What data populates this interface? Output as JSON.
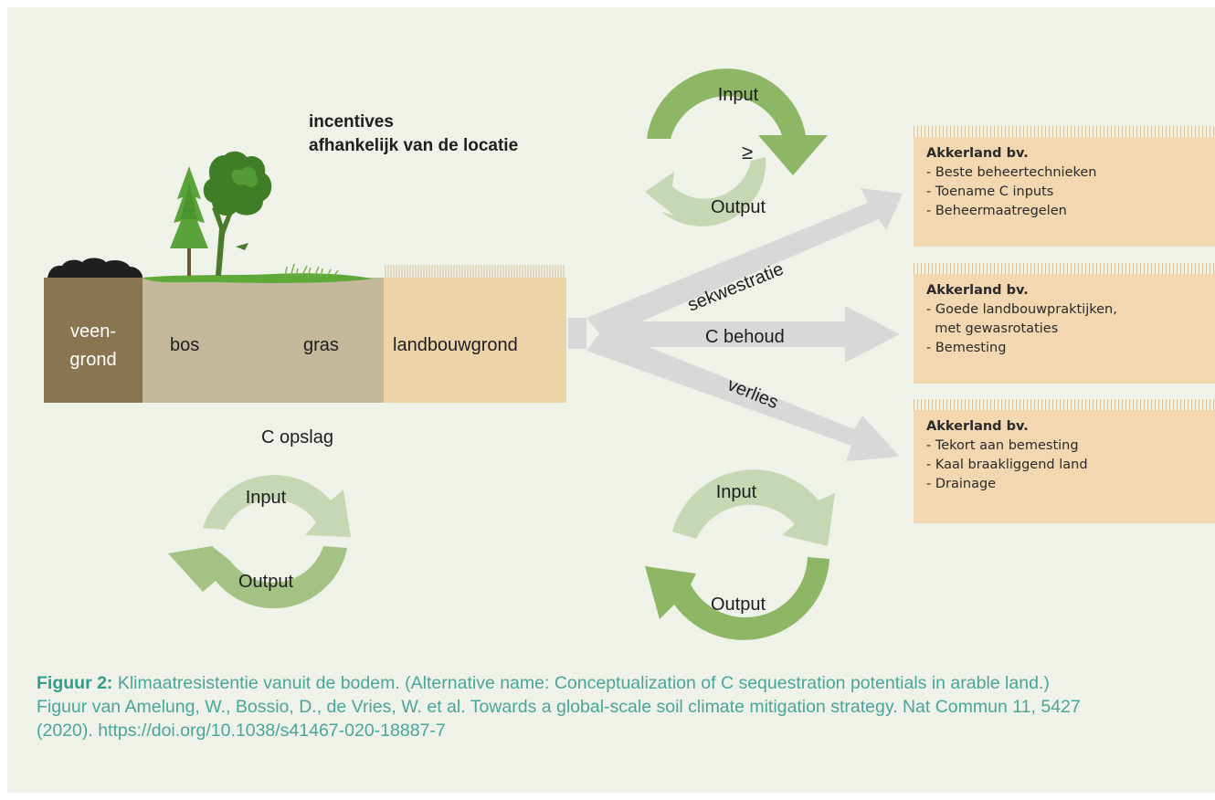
{
  "labels": {
    "veengrond_1": "veen-",
    "veengrond_2": "grond",
    "bos": "bos",
    "gras": "gras",
    "landbouwgrond": "landbouwgrond",
    "c_opslag": "C opslag",
    "incentives_1": "incentives",
    "incentives_2": "afhankelijk van de locatie"
  },
  "arrows": {
    "sekwestratie": "sekwestratie",
    "c_behoud": "C behoud",
    "verlies": "verlies"
  },
  "cycles": {
    "top": {
      "input": "Input",
      "output": "Output",
      "relation": "≥"
    },
    "left": {
      "input": "Input",
      "output": "Output"
    },
    "bottom": {
      "input": "Input",
      "output": "Output"
    }
  },
  "boxes": [
    {
      "title": "Akkerland bv.",
      "items": [
        "- Beste beheertechnieken",
        "- Toename C inputs",
        "- Beheermaatregelen"
      ]
    },
    {
      "title": "Akkerland bv.",
      "items": [
        "- Goede landbouwpraktijken,",
        "  met gewasrotaties",
        "- Bemesting"
      ]
    },
    {
      "title": "Akkerland bv.",
      "items": [
        "- Tekort aan bemesting",
        "- Kaal braakliggend land",
        "- Drainage"
      ]
    }
  ],
  "caption": {
    "label": "Figuur 2:",
    "line1": " Klimaatresistentie vanuit de bodem. (Alternative name: Conceptualization of C sequestration potentials in arable land.)",
    "line2": "Figuur van Amelung, W., Bossio, D., de Vries, W. et al. Towards a global-scale soil climate mitigation strategy. Nat Commun 11, 5427",
    "line3": "(2020). https://doi.org/10.1038/s41467-020-18887-7"
  },
  "colors": {
    "panel": "#eef2e8",
    "peat": "#8b7550",
    "forest_soil": "#c4b89c",
    "arable_soil": "#efd3a8",
    "box": "#f2d7b0",
    "cycle_dark": "#8db765",
    "cycle_light": "#c6d7b3",
    "arrow": "#d8d8d8",
    "caption": "#4aa59a"
  }
}
